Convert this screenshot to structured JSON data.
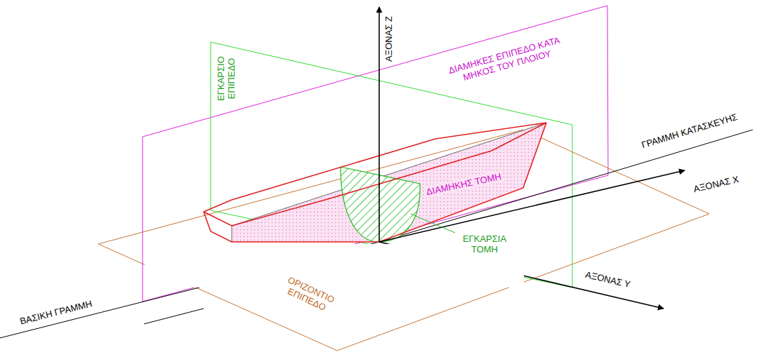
{
  "diagram": {
    "labels": [
      "ΑΞΟΝΑΣ Ζ",
      "ΕΓΚΑΡΣΙΟ ΕΠΙΠΕΔΟ",
      "ΔΙΑΜΗΚΕΣ ΕΠΙΠΕΔΟ ΚΑΤΑ ΜΗΚΟΣ ΤΟΥ ΠΛΟΙΟΥ",
      "ΓΡΑΜΜΗ ΚΑΤΑΣΚΕΥΗΣ",
      "ΑΞΟΝΑΣ Χ",
      "ΔΙΑΜΗΚΗΣ ΤΟΜΗ",
      "ΕΓΚΑΡΣΙΑ ΤΟΜΗ",
      "ΒΑΣΙΚΗ ΓΡΑΜΜΗ",
      "ΟΡΙΖΟΝΤΙΟ ΕΠΙΠΕΔΟ",
      "ΑΞΟΝΑΣ Υ"
    ]
  }
}
